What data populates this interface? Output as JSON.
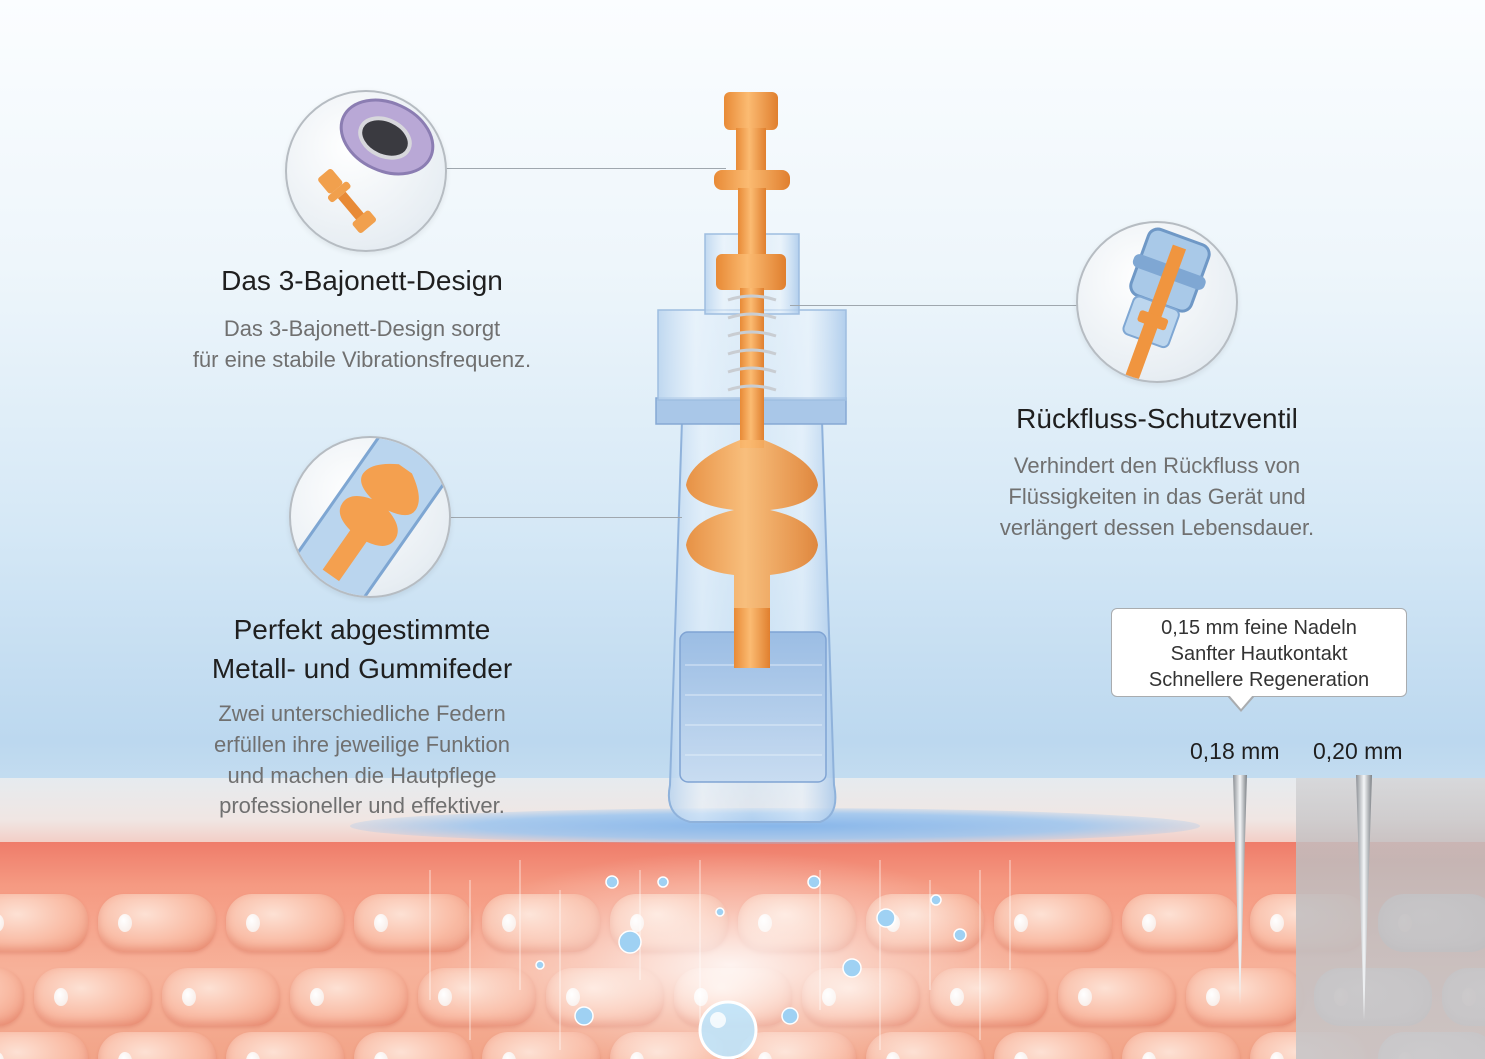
{
  "features": {
    "bayonet": {
      "title": "Das 3-Bajonett-Design",
      "desc_line1": "Das 3-Bajonett-Design sorgt",
      "desc_line2": "für eine stabile Vibrationsfrequenz."
    },
    "valve": {
      "title": "Rückfluss-Schutzventil",
      "desc_line1": "Verhindert den Rückfluss von",
      "desc_line2": "Flüssigkeiten in das Gerät und",
      "desc_line3": "verlängert dessen Lebensdauer."
    },
    "spring": {
      "title_line1": "Perfekt abgestimmte",
      "title_line2": "Metall- und Gummifeder",
      "desc_line1": "Zwei unterschiedliche Federn",
      "desc_line2": "erfüllen ihre jeweilige Funktion",
      "desc_line3": "und machen die Hautpflege",
      "desc_line4": "professioneller und effektiver."
    }
  },
  "needles": {
    "callout_line1": "0,15 mm feine Nadeln",
    "callout_line2": "Sanfter Hautkontakt",
    "callout_line3": "Schnellere Regeneration",
    "label_a": "0,18 mm",
    "label_b": "0,20 mm"
  },
  "colors": {
    "accent_orange": "#f6a24f",
    "cartridge_blue": "#9ec3e6",
    "skin": "#f59a82",
    "text_dark": "#1f1f1f",
    "text_muted": "#707070"
  }
}
